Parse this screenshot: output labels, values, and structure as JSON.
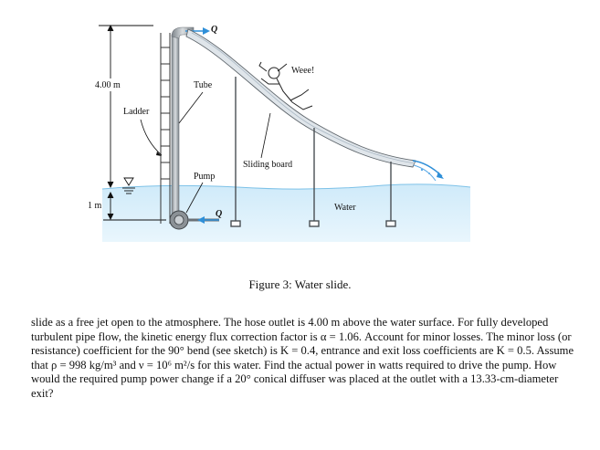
{
  "figure": {
    "label_height": "4.00 m",
    "label_depth": "1 m",
    "label_ladder": "Ladder",
    "label_tube": "Tube",
    "label_pump": "Pump",
    "label_board": "Sliding board",
    "label_water": "Water",
    "label_weee": "Weee!",
    "label_q_top": "Q",
    "label_q_bottom": "Q",
    "colors": {
      "water": "#bfe3f7",
      "tube": "#9aa0a6",
      "slide": "#d7dde2",
      "jet": "#2f8fd8"
    }
  },
  "caption": "Figure 3: Water slide.",
  "paragraph": "slide as a free jet open to the atmosphere. The hose outlet is 4.00 m above the water surface. For fully developed turbulent pipe flow, the kinetic energy flux correction factor is α = 1.06. Account for minor losses. The minor loss (or resistance) coefficient for the 90° bend (see sketch) is K = 0.4, entrance and exit loss coefficients are K = 0.5. Assume that ρ = 998 kg/m³ and ν = 10⁶ m²/s for this water. Find the actual power in watts required to drive the pump. How would the required pump power change if a 20° conical diffuser was placed at the outlet with a 13.33-cm-diameter exit?"
}
